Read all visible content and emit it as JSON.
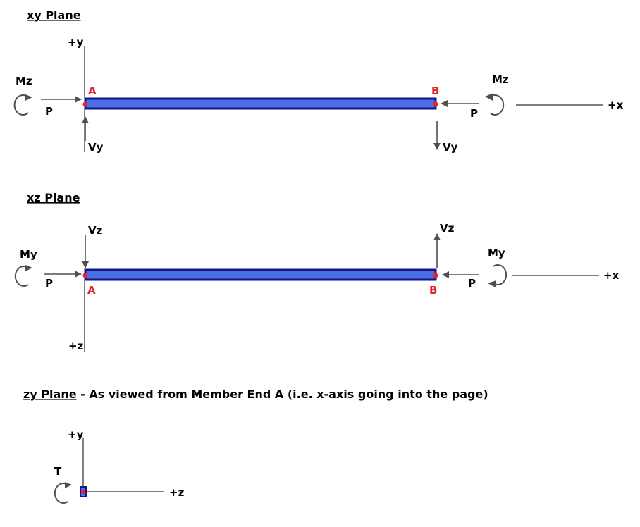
{
  "colors": {
    "beam_fill": "#4b6fe6",
    "beam_edge": "#14148c",
    "point_label": "#e0242b",
    "arrow": "#505050"
  },
  "xy_plane": {
    "title": "xy Plane",
    "axis_y": "+y",
    "axis_x": "+x",
    "end_a": "A",
    "end_b": "B",
    "moment_a": "Mz",
    "moment_b": "Mz",
    "axial_a": "P",
    "axial_b": "P",
    "shear_a": "Vy",
    "shear_b": "Vy"
  },
  "xz_plane": {
    "title": "xz Plane",
    "axis_z": "+z",
    "axis_x": "+x",
    "end_a": "A",
    "end_b": "B",
    "moment_a": "My",
    "moment_b": "My",
    "axial_a": "P",
    "axial_b": "P",
    "shear_a": "Vz",
    "shear_b": "Vz"
  },
  "zy_plane": {
    "title": "zy Plane",
    "subtitle": " - As viewed from Member End A (i.e. x-axis going into the page)",
    "axis_y": "+y",
    "axis_z": "+z",
    "torsion": "T"
  }
}
